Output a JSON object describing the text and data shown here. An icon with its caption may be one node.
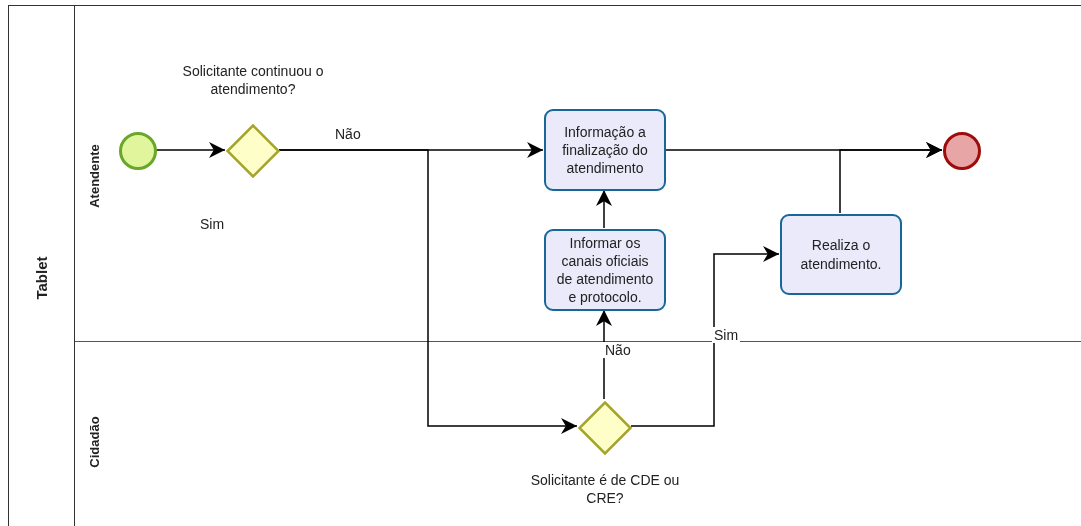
{
  "diagram": {
    "nodes": [
      {
        "text": [
          "Tablet"
        ]
      },
      {
        "text": [
          "Atendente"
        ],
        "in": 0
      },
      {
        "text": [
          "Cidadão"
        ],
        "in": 0
      },
      {
        "text": [],
        "shape": "circle",
        "in": 1
      },
      {
        "text": [
          "Solicitante continuou o atendimento?"
        ],
        "in": 1
      },
      {
        "text": [
          "Informação a finalização do atendimento"
        ],
        "in": 1
      },
      {
        "text": [
          "Informar os canais oficiais de atendimento e protocolo."
        ],
        "in": 1
      },
      {
        "text": [
          "Realiza o atendimento."
        ],
        "in": 1
      },
      {
        "text": [],
        "shape": "circle",
        "in": 1
      },
      {
        "text": [
          "Solicitante é de CDE ou CRE?"
        ],
        "in": 2
      }
    ],
    "edges": [
      {
        "from": 3,
        "to": 4,
        "arrow": "to"
      },
      {
        "from": 4,
        "to": 5,
        "arrow": "to",
        "label": "Não"
      },
      {
        "from": 4,
        "to": 9,
        "arrow": "to"
      },
      {
        "from": 9,
        "to": 6,
        "arrow": "to",
        "label": "Não"
      },
      {
        "from": 9,
        "to": 7,
        "arrow": "to",
        "label": "Sim"
      },
      {
        "from": 6,
        "to": 5,
        "arrow": "to"
      },
      {
        "from": 5,
        "to": 8,
        "arrow": "to"
      },
      {
        "from": 7,
        "to": 8,
        "arrow": "to"
      }
    ],
    "labels": [
      "Sim"
    ]
  }
}
